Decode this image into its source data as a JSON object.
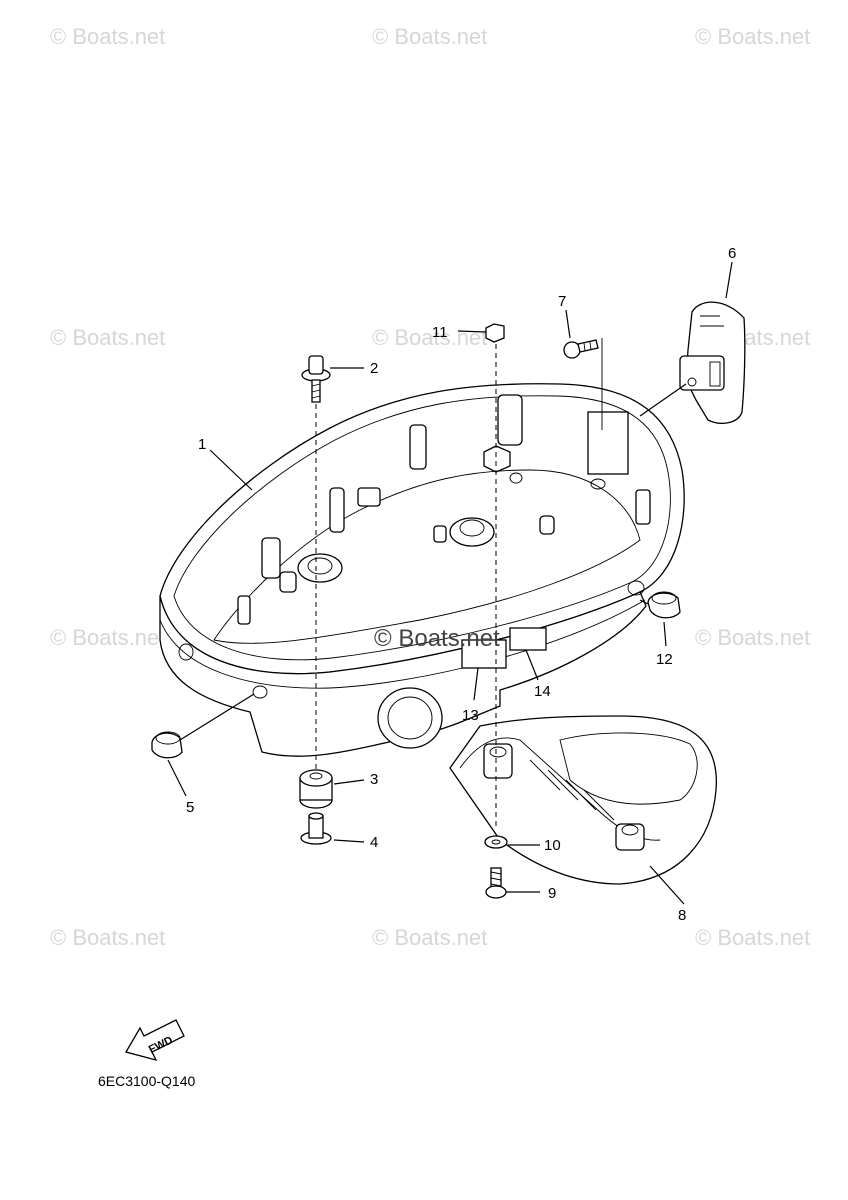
{
  "watermark": "© Boats.net",
  "center_watermark": "© Boats.net",
  "diagram_code": "6EC3100-Q140",
  "fwd_label": "FWD",
  "callouts": [
    "1",
    "2",
    "3",
    "4",
    "5",
    "6",
    "7",
    "8",
    "9",
    "10",
    "11",
    "12",
    "13",
    "14"
  ]
}
